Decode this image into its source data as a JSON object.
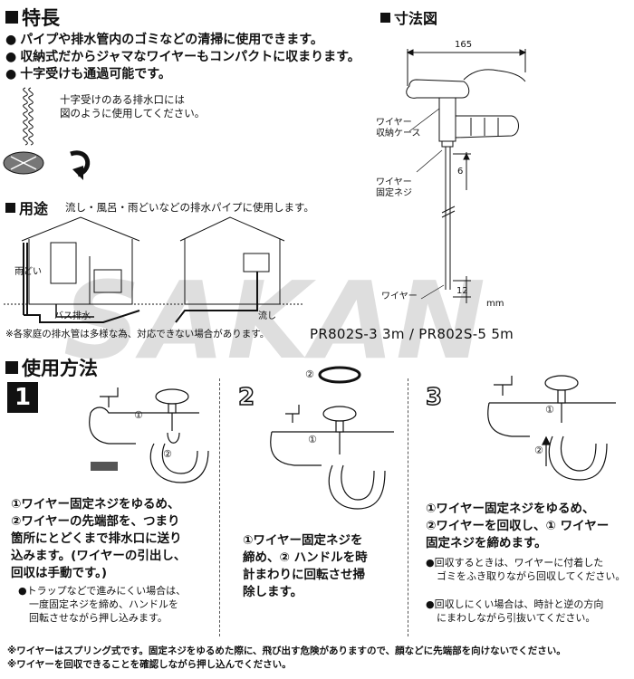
{
  "features": {
    "heading": "特長",
    "items": [
      "パイプや排水管内のゴミなどの清掃に使用できます。",
      "収納式だからジャマなワイヤーもコンパクトに収まります。",
      "十字受けも通過可能です。"
    ],
    "note_line1": "十字受けのある排水口には",
    "note_line2": "図のように使用してください。"
  },
  "dimensions": {
    "heading": "寸法図",
    "width": "165",
    "label_case_1": "ワイヤー",
    "label_case_2": "収納ケース",
    "label_screw_1": "ワイヤー",
    "label_screw_2": "固定ネジ",
    "label_wire": "ワイヤー",
    "dim_6": "6",
    "dim_12": "12",
    "unit": "mm"
  },
  "usage": {
    "heading": "用途",
    "desc": "流し・風呂・雨どいなどの排水パイプに使用します。",
    "label_gutter": "雨どい",
    "label_bath": "バス排水",
    "label_sink": "流し",
    "note": "※各家庭の排水管は多様な為、対応できない場合があります。",
    "models": "PR802S-3 3m / PR802S-5 5m"
  },
  "method": {
    "heading": "使用方法",
    "step1": {
      "num": "1",
      "lines": [
        "①ワイヤー固定ネジをゆるめ、",
        "②ワイヤーの先端部を、つまり",
        "箇所にとどくまで排水口に送り",
        "込みます。(ワイヤーの引出し、",
        "回収は手動です。)"
      ],
      "sub": [
        "●トラップなどで進みにくい場合は、",
        "一度固定ネジを締め、ハンドルを",
        "回転させながら押し込みます。"
      ]
    },
    "step2": {
      "num": "2",
      "lines": [
        "①ワイヤー固定ネジを",
        "締め、② ハンドルを時",
        "計まわりに回転させ掃",
        "除します。"
      ]
    },
    "step3": {
      "num": "3",
      "lines": [
        "①ワイヤー固定ネジをゆるめ、",
        "②ワイヤーを回収し、① ワイヤー",
        "固定ネジを締めます。"
      ],
      "sub1": [
        "●回収するときは、ワイヤーに付着した",
        "ゴミをふき取りながら回収してください。"
      ],
      "sub2": [
        "●回収しにくい場合は、時計と逆の方向",
        "にまわしながら引抜いてください。"
      ]
    },
    "marker1": "①",
    "marker2": "②"
  },
  "footer": [
    "※ワイヤーはスプリング式です。固定ネジをゆるめた際に、飛び出す危険がありますので、顔などに先端部を向けないでください。",
    "※ワイヤーを回収できることを確認しながら押し込んでください。"
  ],
  "watermark": "SAKAN"
}
